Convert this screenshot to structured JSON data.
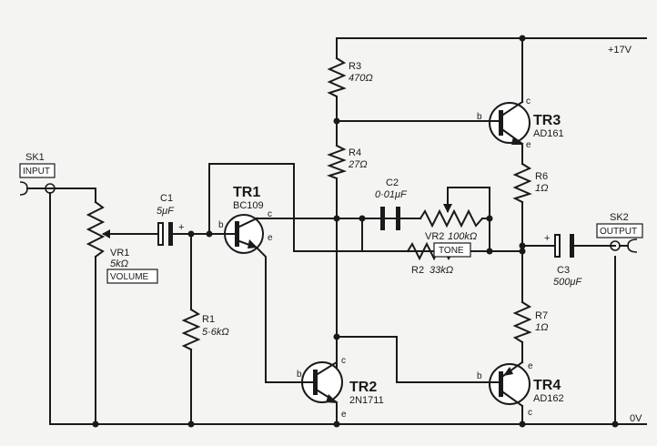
{
  "supply": {
    "positive": "+17V",
    "ground": "0V"
  },
  "connectors": {
    "sk1": {
      "ref": "SK1",
      "label": "INPUT"
    },
    "sk2": {
      "ref": "SK2",
      "label": "OUTPUT"
    }
  },
  "components": {
    "vr1": {
      "ref": "VR1",
      "value": "5kΩ",
      "label": "VOLUME"
    },
    "vr2": {
      "ref": "VR2",
      "value": "100kΩ",
      "label": "TONE"
    },
    "c1": {
      "ref": "C1",
      "value": "5μF",
      "polarity": "+"
    },
    "c2": {
      "ref": "C2",
      "value": "0·01μF"
    },
    "c3": {
      "ref": "C3",
      "value": "500μF",
      "polarity": "+"
    },
    "r1": {
      "ref": "R1",
      "value": "5·6kΩ"
    },
    "r2": {
      "ref": "R2",
      "value": "33kΩ"
    },
    "r3": {
      "ref": "R3",
      "value": "470Ω"
    },
    "r4": {
      "ref": "R4",
      "value": "27Ω"
    },
    "r6": {
      "ref": "R6",
      "value": "1Ω"
    },
    "r7": {
      "ref": "R7",
      "value": "1Ω"
    }
  },
  "transistors": {
    "tr1": {
      "ref": "TR1",
      "type": "BC109",
      "b": "b",
      "c": "c",
      "e": "e"
    },
    "tr2": {
      "ref": "TR2",
      "type": "2N1711",
      "b": "b",
      "c": "c",
      "e": "e"
    },
    "tr3": {
      "ref": "TR3",
      "type": "AD161",
      "b": "b",
      "c": "c",
      "e": "e"
    },
    "tr4": {
      "ref": "TR4",
      "type": "AD162",
      "b": "b",
      "c": "c",
      "e": "e"
    }
  }
}
